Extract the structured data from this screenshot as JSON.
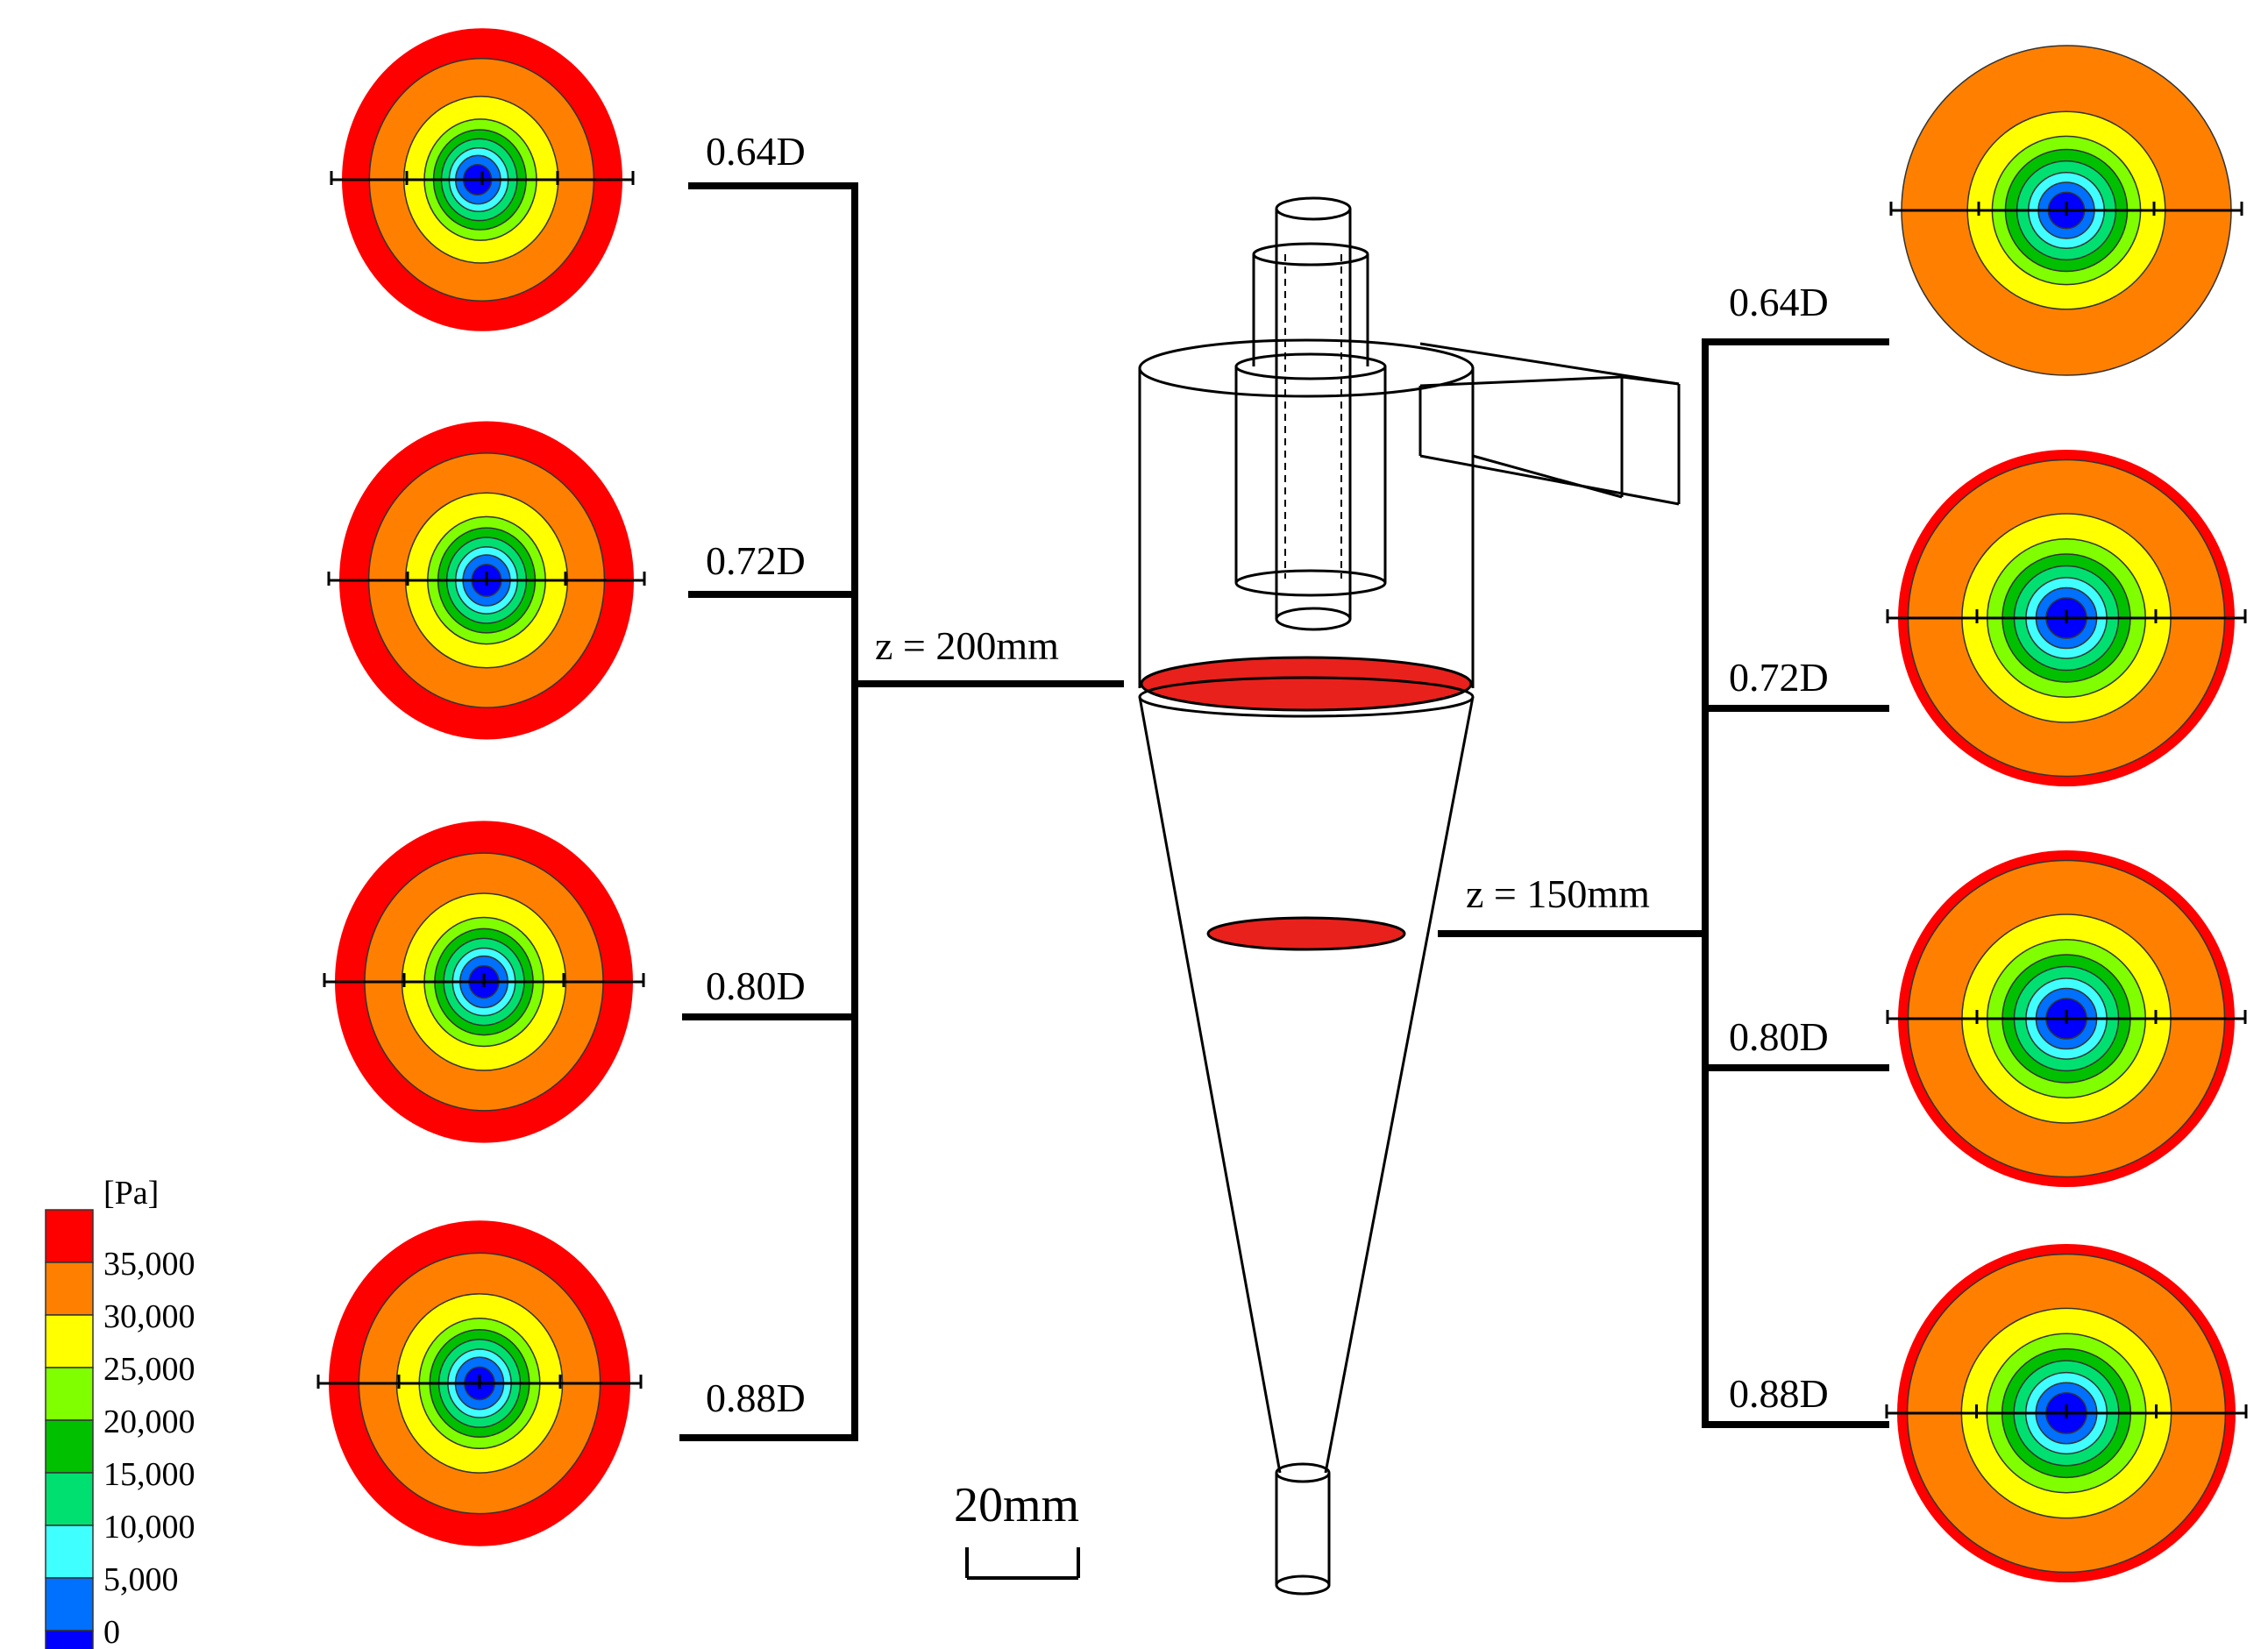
{
  "colorbar": {
    "unit": "[Pa]",
    "ticks": [
      "35,000",
      "30,000",
      "25,000",
      "20,000",
      "15,000",
      "10,000",
      "5,000",
      "0"
    ],
    "colors": [
      "#ff0000",
      "#ff8000",
      "#ffff00",
      "#80ff00",
      "#00c000",
      "#00e070",
      "#40ffff",
      "#0070ff",
      "#0000ff"
    ]
  },
  "left_group": {
    "section_label": "z = 200mm",
    "diameters": [
      "0.64D",
      "0.72D",
      "0.80D",
      "0.88D"
    ]
  },
  "right_group": {
    "section_label": "z = 150mm",
    "diameters": [
      "0.64D",
      "0.72D",
      "0.80D",
      "0.88D"
    ]
  },
  "scale_bar": {
    "label": "20mm"
  }
}
